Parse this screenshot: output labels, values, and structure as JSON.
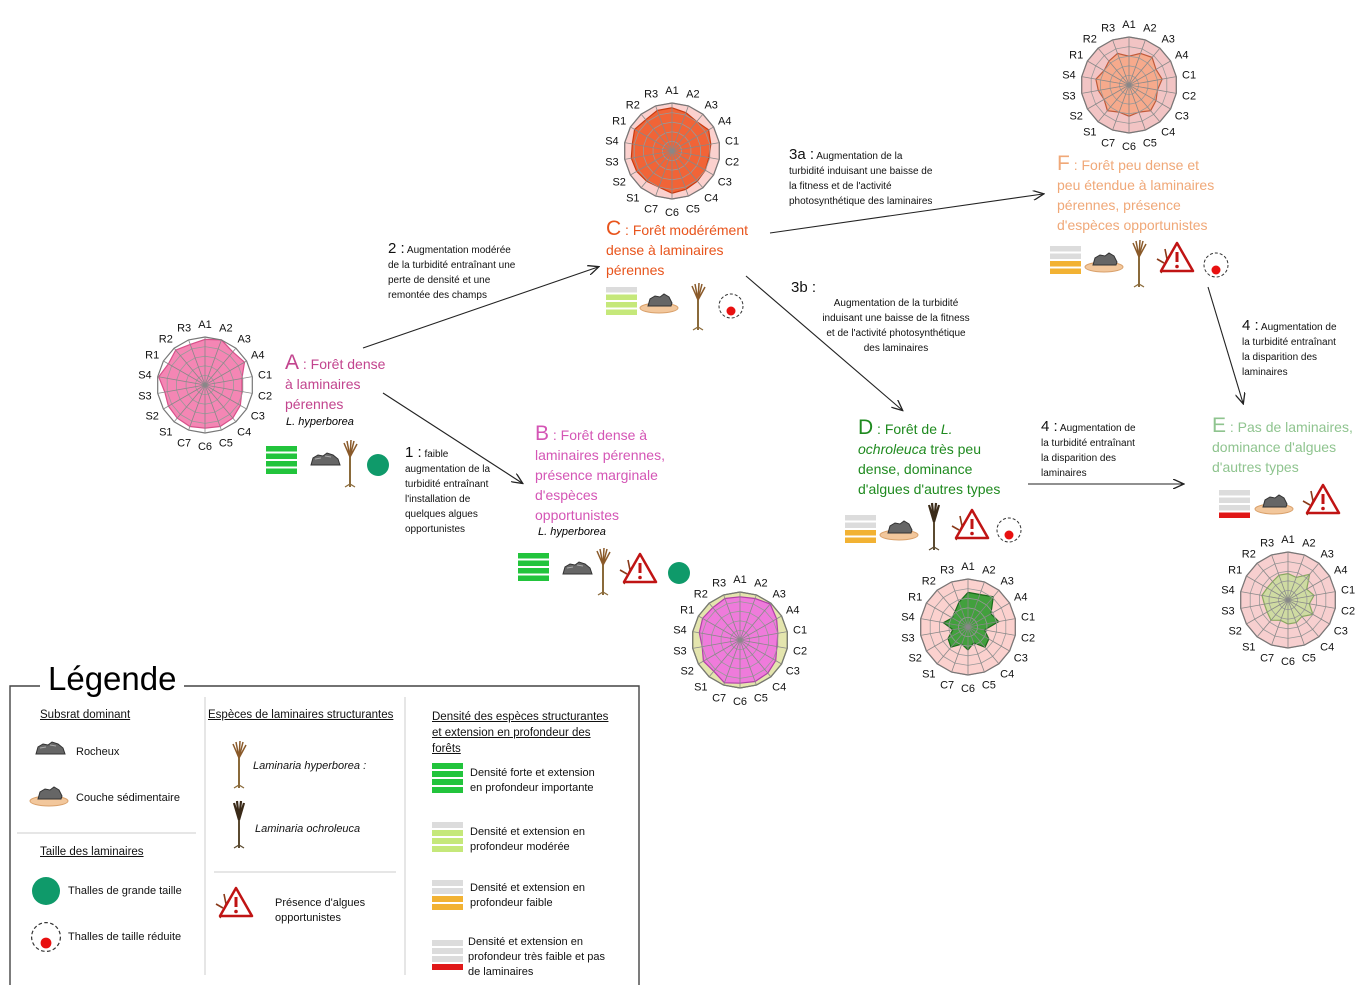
{
  "radar_labels": [
    "A1",
    "A2",
    "A3",
    "A4",
    "C1",
    "C2",
    "C3",
    "C4",
    "C5",
    "C6",
    "C7",
    "S1",
    "S2",
    "S3",
    "S4",
    "R1",
    "R2",
    "R3"
  ],
  "states": {
    "A": {
      "letter": "A",
      "rest": " : Forêt dense",
      "line2": "à laminaires",
      "line3": "pérennes",
      "species": "L. hyperborea",
      "color": "#c2448e"
    },
    "B": {
      "letter": "B",
      "rest": " : Forêt dense à",
      "line2": "laminaires pérennes,",
      "line3": "présence marginale",
      "line4": "d'espèces",
      "line5": "opportunistes",
      "species": "L. hyperborea",
      "color": "#d455b5"
    },
    "C": {
      "letter": "C",
      "rest": " : Forêt modérément",
      "line2": "dense à laminaires",
      "line3": "pérennes",
      "color": "#e8541c"
    },
    "D": {
      "letter": "D",
      "rest": " : Forêt de ",
      "rest_italic": "L.",
      "line2_italic": "ochroleuca",
      "line2": " très peu",
      "line3": "dense, dominance",
      "line4": "d'algues d'autres types",
      "color": "#1f8a1f"
    },
    "E": {
      "letter": "E",
      "rest": " : Pas de laminaires,",
      "line2": "dominance d'algues",
      "line3": "d'autres types",
      "color": "#8fc48f"
    },
    "F": {
      "letter": "F",
      "rest": " : Forêt peu dense et",
      "line2": "peu étendue à laminaires",
      "line3": "pérennes, présence",
      "line4": "d'espèces opportunistes",
      "color": "#f0a878"
    }
  },
  "steps": {
    "s1": {
      "num": "1 :",
      "t0": " faible",
      "lines": [
        "augmentation de la",
        "turbidité entraînant",
        "l'installation de",
        "quelques algues",
        "opportunistes"
      ]
    },
    "s2": {
      "num": "2 :",
      "t0": " Augmentation modérée",
      "lines": [
        "de la turbidité entraînant une",
        "perte de densité et une",
        "remontée des champs"
      ]
    },
    "s3a": {
      "num": "3a :",
      "t0": " Augmentation  de la",
      "lines": [
        "turbidité induisant une baisse de",
        "la fitness et de l'activité",
        "photosynthétique des laminaires"
      ]
    },
    "s3b": {
      "num": "3b :",
      "lines": [
        "Augmentation  de la     turbidité",
        "induisant une baisse de la fitness",
        "et de l'activité photosynthétique",
        "des laminaires"
      ]
    },
    "s4de": {
      "num": "4 :",
      "t0": " Augmentation de",
      "lines": [
        "la turbidité entraînant",
        "la disparition des",
        "laminaires"
      ]
    },
    "s4fe": {
      "num": "4 :",
      "t0": "   Augmentation de",
      "lines": [
        "la turbidité entraînant",
        "la disparition des",
        "laminaires"
      ]
    }
  },
  "legend": {
    "title": "Légende",
    "substrat_head": "Subsrat dominant",
    "rocheux": "Rocheux",
    "couche": "Couche sédimentaire",
    "taille_head": "Taille des laminaires",
    "grande": "Thalles de grande taille",
    "reduite": "Thalles de taille réduite",
    "especes_head": "Espèces de laminaires structurantes",
    "hyperborea": "Laminaria hyperborea :",
    "ochroleuca": "Laminaria ochroleuca",
    "presence_l1": "Présence d'algues",
    "presence_l2": "opportunistes",
    "densite_head_l1": "Densité des espèces structurantes",
    "densite_head_l2": "et extension en profondeur des",
    "densite_head_l3": "forêts",
    "d_forte_l1": "Densité forte et extension",
    "d_forte_l2": "en profondeur importante",
    "d_mod_l1": "Densité et extension en",
    "d_mod_l2": "profondeur modérée",
    "d_faible_l1": "Densité et extension en",
    "d_faible_l2": "profondeur faible",
    "d_tf_l1": "Densité et extension en",
    "d_tf_l2": "profondeur  très faible et pas",
    "d_tf_l3": "de laminaires"
  },
  "colors": {
    "dense_green": "#22c43c",
    "moderate_green": "#c5e87a",
    "weak_orange": "#f2b233",
    "very_weak_red": "#e01818",
    "grey_bar": "#dcdcdc",
    "large_thallus": "#0f9a6a",
    "reduced_thallus": "#e81010"
  }
}
